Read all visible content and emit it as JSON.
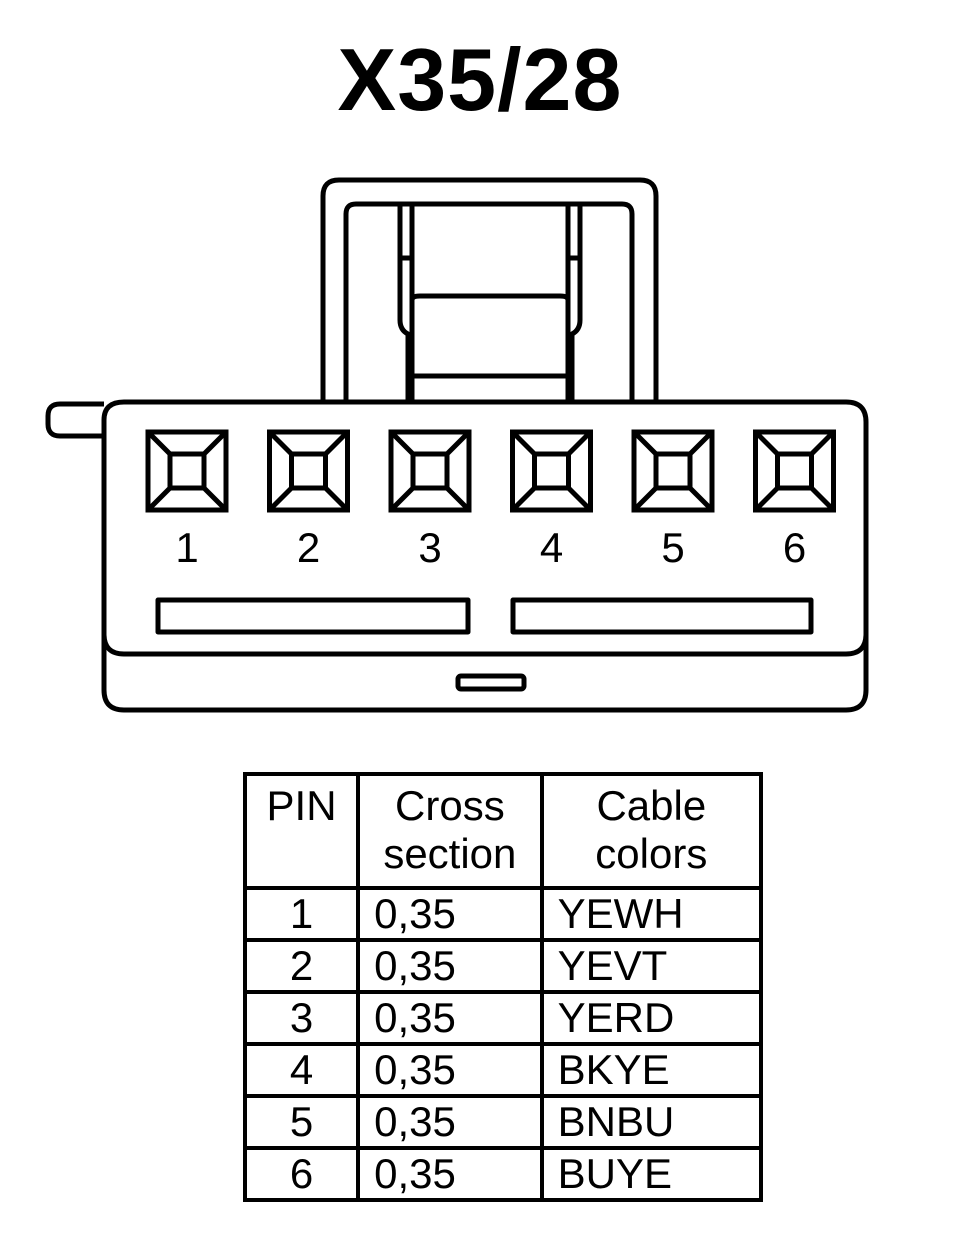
{
  "title": "X35/28",
  "connector": {
    "pin_labels": [
      "1",
      "2",
      "3",
      "4",
      "5",
      "6"
    ]
  },
  "table": {
    "headers": {
      "pin": "PIN",
      "cross_section_line1": "Cross",
      "cross_section_line2": "section",
      "cable_colors_line1": "Cable",
      "cable_colors_line2": "colors"
    },
    "rows": [
      {
        "pin": "1",
        "cross_section": "0,35",
        "color": "YEWH"
      },
      {
        "pin": "2",
        "cross_section": "0,35",
        "color": "YEVT"
      },
      {
        "pin": "3",
        "cross_section": "0,35",
        "color": "YERD"
      },
      {
        "pin": "4",
        "cross_section": "0,35",
        "color": "BKYE"
      },
      {
        "pin": "5",
        "cross_section": "0,35",
        "color": "BNBU"
      },
      {
        "pin": "6",
        "cross_section": "0,35",
        "color": "BUYE"
      }
    ]
  }
}
